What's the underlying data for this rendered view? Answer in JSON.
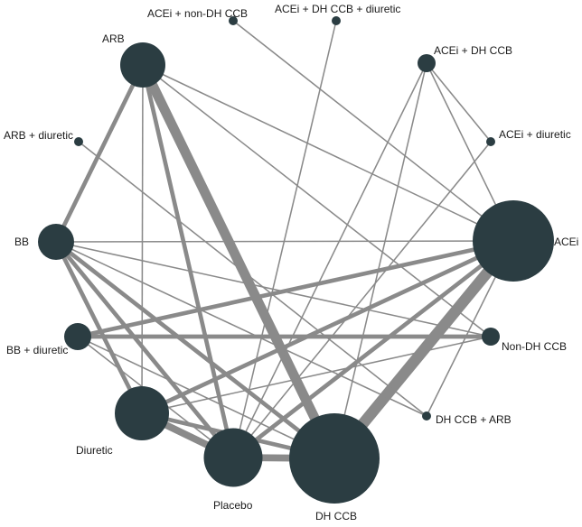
{
  "diagram": {
    "type": "network-meta-analysis",
    "colors": {
      "node": "#2b3d42",
      "edge": "#8a8a8a",
      "text": "#1a1a1a",
      "background": "#ffffff"
    },
    "nodes": [
      {
        "id": "acei_nondhccb",
        "label": "ACEi + non-DH CCB",
        "size": 1
      },
      {
        "id": "acei_dhccb_diuretic",
        "label": "ACEi + DH CCB + diuretic",
        "size": 1
      },
      {
        "id": "arb",
        "label": "ARB",
        "size": 5
      },
      {
        "id": "acei_dhccb",
        "label": "ACEi + DH CCB",
        "size": 2
      },
      {
        "id": "acei_diuretic",
        "label": "ACEi + diuretic",
        "size": 1
      },
      {
        "id": "arb_diuretic",
        "label": "ARB + diuretic",
        "size": 1
      },
      {
        "id": "bb",
        "label": "BB",
        "size": 4
      },
      {
        "id": "acei",
        "label": "ACEi",
        "size": 9
      },
      {
        "id": "bb_diuretic",
        "label": "BB + diuretic",
        "size": 3
      },
      {
        "id": "nondhccb",
        "label": "Non-DH CCB",
        "size": 2
      },
      {
        "id": "dhccb_arb",
        "label": "DH CCB + ARB",
        "size": 1
      },
      {
        "id": "diuretic",
        "label": "Diuretic",
        "size": 6
      },
      {
        "id": "placebo",
        "label": "Placebo",
        "size": 6.5
      },
      {
        "id": "dhccb",
        "label": "DH CCB",
        "size": 10
      }
    ],
    "edges": [
      {
        "from": "arb",
        "to": "dhccb",
        "weight": 7
      },
      {
        "from": "dhccb",
        "to": "acei",
        "weight": 8
      },
      {
        "from": "arb",
        "to": "bb",
        "weight": 3
      },
      {
        "from": "arb",
        "to": "acei",
        "weight": 1
      },
      {
        "from": "arb",
        "to": "diuretic",
        "weight": 1
      },
      {
        "from": "arb",
        "to": "placebo",
        "weight": 3
      },
      {
        "from": "arb",
        "to": "nondhccb",
        "weight": 1
      },
      {
        "from": "acei_nondhccb",
        "to": "acei",
        "weight": 1
      },
      {
        "from": "acei_dhccb_diuretic",
        "to": "placebo",
        "weight": 1
      },
      {
        "from": "acei_dhccb",
        "to": "acei_diuretic",
        "weight": 1
      },
      {
        "from": "acei_dhccb",
        "to": "acei",
        "weight": 1
      },
      {
        "from": "acei_dhccb",
        "to": "placebo",
        "weight": 1
      },
      {
        "from": "acei_dhccb",
        "to": "dhccb",
        "weight": 1
      },
      {
        "from": "acei_diuretic",
        "to": "placebo",
        "weight": 1
      },
      {
        "from": "arb_diuretic",
        "to": "dhccb_arb",
        "weight": 1
      },
      {
        "from": "bb",
        "to": "acei",
        "weight": 1
      },
      {
        "from": "bb",
        "to": "diuretic",
        "weight": 3
      },
      {
        "from": "bb",
        "to": "placebo",
        "weight": 3
      },
      {
        "from": "bb",
        "to": "dhccb",
        "weight": 3
      },
      {
        "from": "bb",
        "to": "nondhccb",
        "weight": 1
      },
      {
        "from": "bb",
        "to": "dhccb_arb",
        "weight": 1
      },
      {
        "from": "bb_diuretic",
        "to": "acei",
        "weight": 3
      },
      {
        "from": "bb_diuretic",
        "to": "nondhccb",
        "weight": 3
      },
      {
        "from": "bb_diuretic",
        "to": "placebo",
        "weight": 1
      },
      {
        "from": "bb_diuretic",
        "to": "dhccb",
        "weight": 1
      },
      {
        "from": "diuretic",
        "to": "acei",
        "weight": 3
      },
      {
        "from": "diuretic",
        "to": "placebo",
        "weight": 5
      },
      {
        "from": "diuretic",
        "to": "dhccb",
        "weight": 3
      },
      {
        "from": "diuretic",
        "to": "nondhccb",
        "weight": 1
      },
      {
        "from": "placebo",
        "to": "dhccb",
        "weight": 5
      },
      {
        "from": "placebo",
        "to": "acei",
        "weight": 3
      },
      {
        "from": "dhccb_arb",
        "to": "acei",
        "weight": 1
      }
    ]
  }
}
